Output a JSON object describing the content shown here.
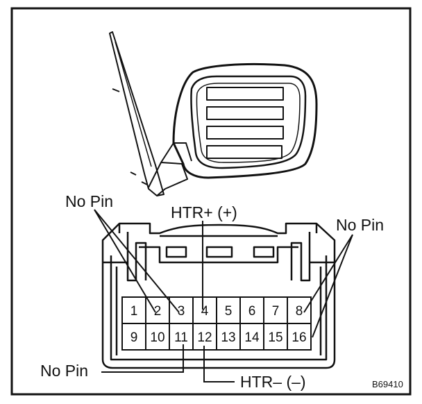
{
  "labels": {
    "no_pin_left_top": "No Pin",
    "no_pin_right": "No Pin",
    "no_pin_bottom": "No Pin",
    "htr_plus": "HTR+ (+)",
    "htr_minus": "HTR– (–)",
    "figure_code": "B69410"
  },
  "pins": {
    "top_row": [
      "1",
      "2",
      "3",
      "4",
      "5",
      "6",
      "7",
      "8"
    ],
    "bottom_row": [
      "9",
      "10",
      "11",
      "12",
      "13",
      "14",
      "15",
      "16"
    ]
  },
  "colors": {
    "line": "#111111",
    "background": "#ffffff"
  }
}
